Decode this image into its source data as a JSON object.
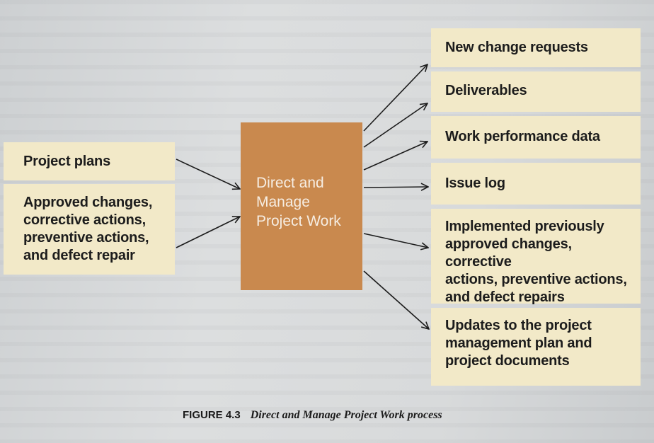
{
  "inputs": {
    "project_plans": "Project plans",
    "approved_changes": [
      "Approved changes,",
      "corrective actions,",
      "preventive actions,",
      "and defect repair"
    ]
  },
  "process": {
    "label": [
      "Direct and",
      "Manage",
      "Project Work"
    ]
  },
  "outputs": {
    "new_change_requests": "New change requests",
    "deliverables": "Deliverables",
    "work_performance_data": "Work performance data",
    "issue_log": "Issue log",
    "implemented_changes": [
      "Implemented previously",
      "approved changes, corrective",
      "actions, preventive actions,",
      "and defect repairs"
    ],
    "updates": [
      "Updates to the project",
      "management plan and",
      "project documents"
    ]
  },
  "caption": {
    "label": "FIGURE 4.3",
    "title": "Direct and Manage Project Work process"
  },
  "colors": {
    "box_fill": "#f2e9c8",
    "process_fill": "#c9894e",
    "process_text": "#f6ede2",
    "arrow": "#1c1c1c"
  }
}
